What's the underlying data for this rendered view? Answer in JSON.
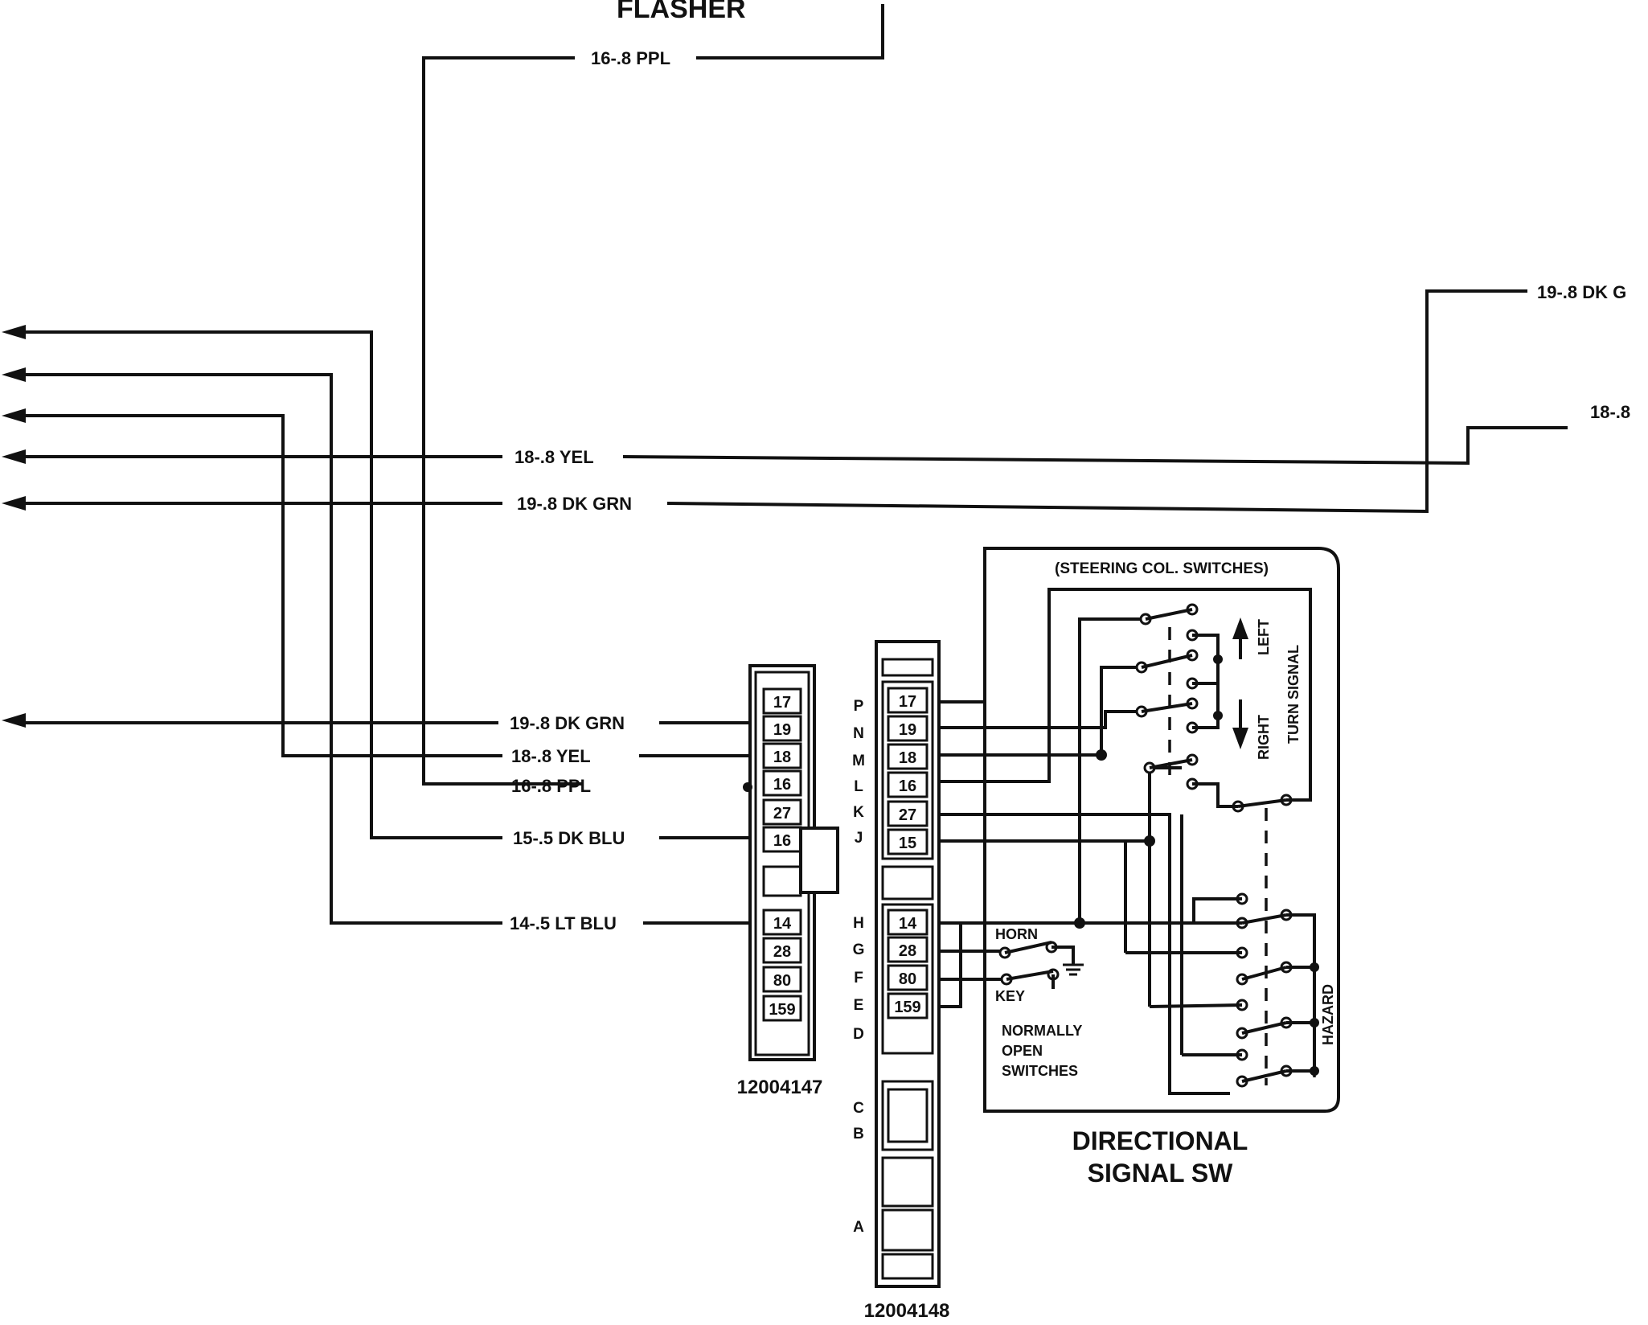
{
  "title_partial": "FLASHER",
  "wires": {
    "top_ppl": "16-.8 PPL",
    "mid_yel": "18-.8 YEL",
    "mid_grn": "19-.8 DK GRN",
    "right_top": "19-.8 DK G",
    "right_mid": "18-.8",
    "c1_grn": "19-.8 DK GRN",
    "c1_yel": "18-.8 YEL",
    "c1_ppl": "16-.8 PPL",
    "c1_dkblu": "15-.5 DK BLU",
    "c1_ltblu": "14-.5 LT BLU"
  },
  "connector1": {
    "part_number": "12004147",
    "cavities": [
      "17",
      "19",
      "18",
      "16",
      "27",
      "16",
      "14",
      "28",
      "80",
      "159"
    ]
  },
  "connector2": {
    "part_number": "12004148",
    "cavities": [
      "17",
      "19",
      "18",
      "16",
      "27",
      "15",
      "14",
      "28",
      "80",
      "159"
    ],
    "letters": [
      "P",
      "N",
      "M",
      "L",
      "K",
      "J",
      "H",
      "G",
      "F",
      "E",
      "D",
      "C",
      "B",
      "A"
    ]
  },
  "switch_box": {
    "header": "(STEERING COL. SWITCHES)",
    "left": "LEFT",
    "right": "RIGHT",
    "turn_signal": "TURN SIGNAL",
    "hazard": "HAZARD",
    "horn": "HORN",
    "key": "KEY",
    "normally_open": "NORMALLY",
    "normally_open_2": "OPEN",
    "normally_open_3": "SWITCHES"
  },
  "component_title": {
    "line1": "DIRECTIONAL",
    "line2": "SIGNAL SW"
  }
}
